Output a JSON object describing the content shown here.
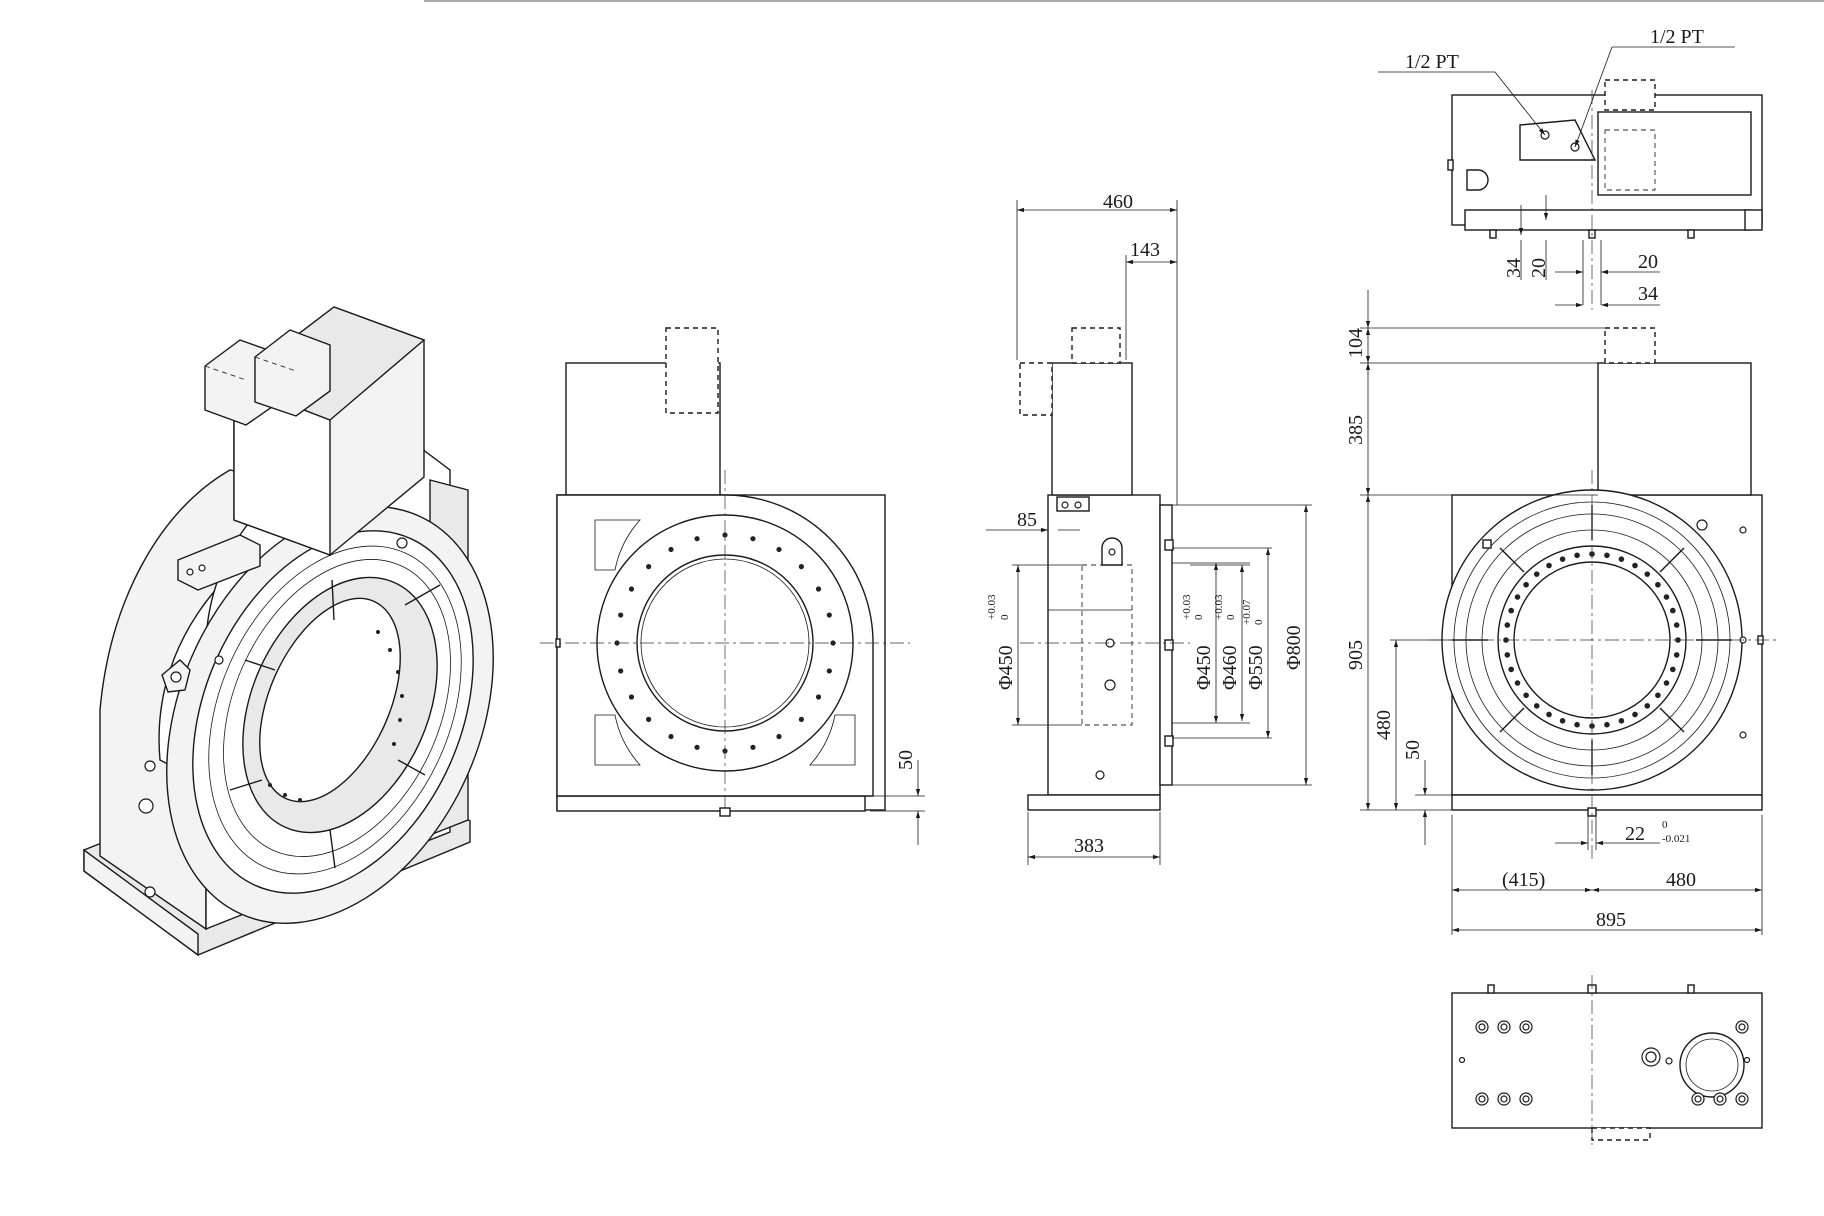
{
  "dimensions": {
    "w460": "460",
    "w143": "143",
    "w85": "85",
    "w383": "383",
    "d450_a": "Φ450",
    "tol_a": [
      "+0.03",
      "0"
    ],
    "d450_b": "Φ450",
    "tol_b": [
      "+0.03",
      "0"
    ],
    "d460": "Φ460",
    "tol_c": [
      "+0.03",
      "0"
    ],
    "d550": "Φ550",
    "tol_d": [
      "+0.07",
      "0"
    ],
    "d800": "Φ800",
    "h50_front": "50",
    "h104": "104",
    "h385": "385",
    "h905": "905",
    "h480": "480",
    "h50_right": "50",
    "w22": "22",
    "tol_22": [
      "0",
      "-0.021"
    ],
    "w415": "(415)",
    "w480": "480",
    "w895": "895",
    "pt_left": "1/2 PT",
    "pt_right": "1/2 PT",
    "top34_v": "34",
    "top20_v": "20",
    "top20_h": "20",
    "top34_h": "34"
  }
}
